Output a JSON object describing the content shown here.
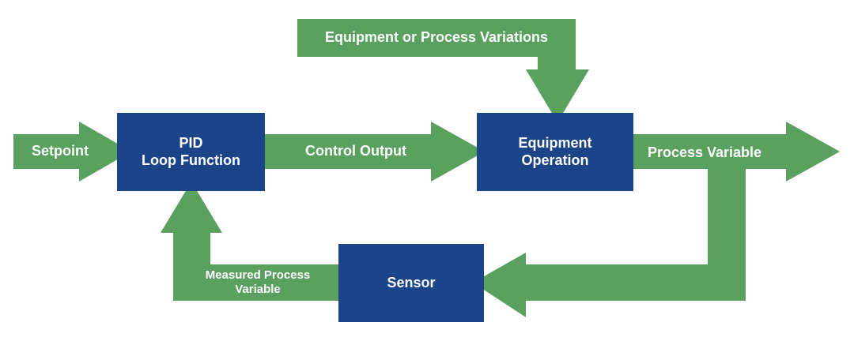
{
  "colors": {
    "arrow": "#5aa05f",
    "box": "#1c4489",
    "text": "#ffffff"
  },
  "labels": {
    "setpoint": "Setpoint",
    "pid_line1": "PID",
    "pid_line2": "Loop Function",
    "control_output": "Control Output",
    "equipment_line1": "Equipment",
    "equipment_line2": "Operation",
    "disturbance": "Equipment or Process Variations",
    "process_variable": "Process Variable",
    "sensor": "Sensor",
    "measured_line1": "Measured Process",
    "measured_line2": "Variable"
  }
}
